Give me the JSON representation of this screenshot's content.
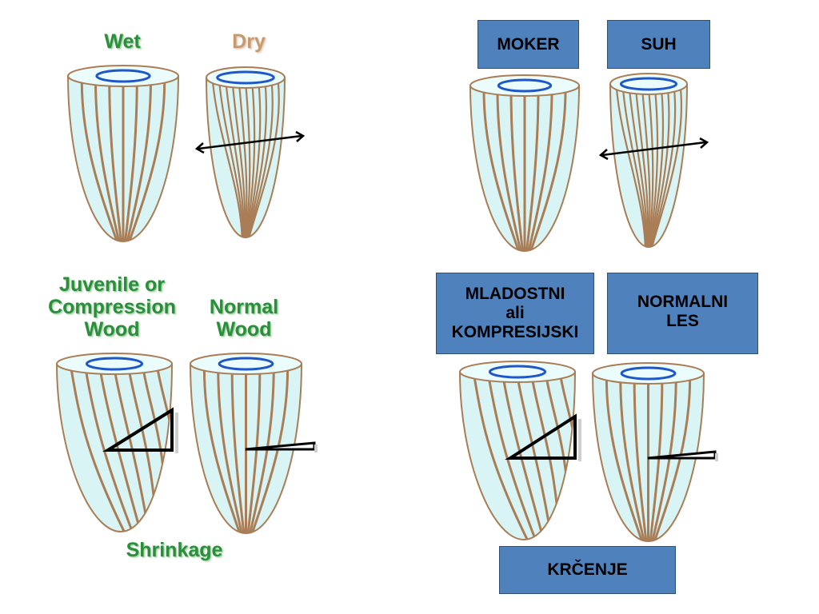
{
  "panel_en": {
    "wet": "Wet",
    "dry": "Dry",
    "juvenile": [
      "Juvenile or",
      "Compression",
      "Wood"
    ],
    "normal": [
      "Normal",
      "Wood"
    ],
    "shrinkage": "Shrinkage"
  },
  "panel_sl": {
    "moker": "MOKER",
    "suh": "SUH",
    "mladostni": [
      "MLADOSTNI",
      "ali",
      "KOMPRESIJSKI"
    ],
    "normalni": [
      "NORMALNI",
      "LES"
    ],
    "krcenje": "KRČENJE"
  },
  "colors": {
    "fill": "#d9f4f4",
    "fiber": "#a97d56",
    "ring": "#1f56c8",
    "green_label": "#2a8f3a",
    "tan_label": "#c79a6e",
    "box": "#4f81bd"
  },
  "icons": {
    "cone": "wood-cone-icon",
    "arrow": "double-arrow-icon",
    "triangle": "shrinkage-angle-triangle-icon"
  }
}
